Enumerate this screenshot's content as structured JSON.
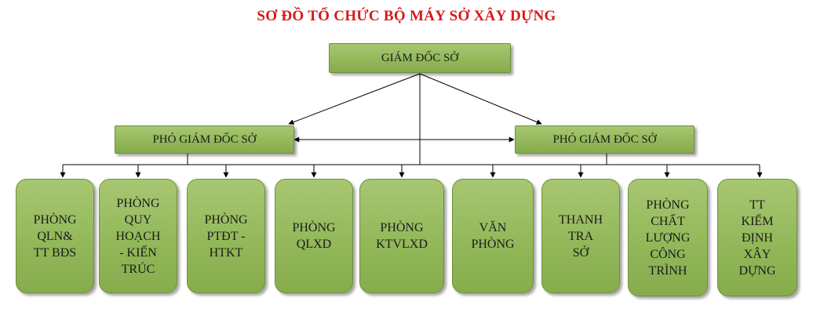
{
  "title": "SƠ ĐỒ TỔ CHỨC BỘ MÁY SỞ XÂY DỰNG",
  "director": "GIÁM ĐỐC SỞ",
  "deputies": [
    "PHÓ GIÁM ĐỐC SỞ",
    "PHÓ GIÁM ĐỐC SỞ"
  ],
  "departments": [
    "PHÒNG\nQLN&\nTT BĐS",
    "PHÒNG\nQUY\nHOẠCH\n- KIẾN\nTRÚC",
    "PHÒNG\nPTĐT -\nHTKT",
    "PHÒNG\nQLXD",
    "PHÒNG\nKTVLXD",
    "VĂN\nPHÒNG",
    "THANH\nTRA\nSỞ",
    "PHÒNG\nCHẤT\nLƯỢNG\nCÔNG\nTRÌNH",
    "TT\nKIỂM\nĐỊNH\nXÂY\nDỰNG"
  ],
  "colors": {
    "title": "#d81818",
    "box": "#93b85a",
    "line": "#000000"
  }
}
